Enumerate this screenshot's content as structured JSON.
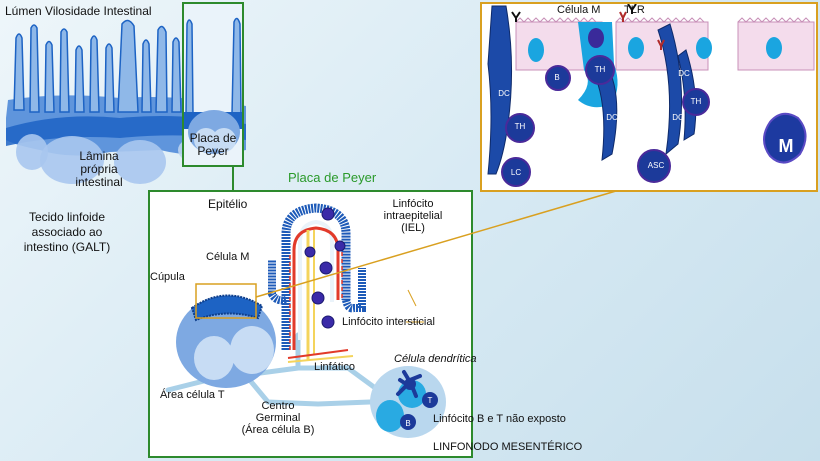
{
  "top_left": {
    "lumen_label": "Lúmen Vilosidade Intestinal",
    "lamina_label_1": "Lâmina",
    "lamina_label_2": "própria",
    "lamina_label_3": "intestinal",
    "peyer_inset_1": "Placa de",
    "peyer_inset_2": "Peyer"
  },
  "galt": {
    "line1": "Tecido linfoide",
    "line2": "associado ao",
    "line3": "intestino (GALT)"
  },
  "main_panel": {
    "title": "Placa de Peyer",
    "epitelio": "Epitélio",
    "linfocito_iel_1": "Linfócito",
    "linfocito_iel_2": "intraepitelial",
    "linfocito_iel_3": "(IEL)",
    "celula_m": "Célula M",
    "cupula": "Cúpula",
    "linfocito_intersticial": "Linfócito intersticial",
    "area_celula_t": "Área célula T",
    "centro_1": "Centro",
    "centro_2": "Germinal",
    "centro_3": "(Área célula B)",
    "linfatico": "Linfático",
    "celula_dendritica": "Célula dendrítica",
    "linfocito_b_t": "Linfócito B e T não exposto",
    "linfonodo": "LINFONODO MESENTÉRICO",
    "node_t": "T",
    "node_b": "B"
  },
  "detail": {
    "celula_m": "Célula M",
    "tlr": "TLR",
    "cells": [
      "DC",
      "TH",
      "B",
      "TH",
      "DC",
      "DC",
      "TH",
      "DC",
      "LC",
      "ASC",
      "M"
    ]
  },
  "colors": {
    "panel_border": "#2d8a2d",
    "title_green": "#2a9a2a",
    "detail_border": "#d9a020",
    "villus_dark": "#1d63c4",
    "villus_light": "#8fb8e8",
    "follicle": "#7ea9e2",
    "cell_dark": "#1c3a9a",
    "epithelium_pink": "#f4dcec",
    "nucleus_cyan": "#1aa5e0",
    "lymph_yellow": "#f4d45c",
    "capillary_red": "#e23a2a"
  }
}
